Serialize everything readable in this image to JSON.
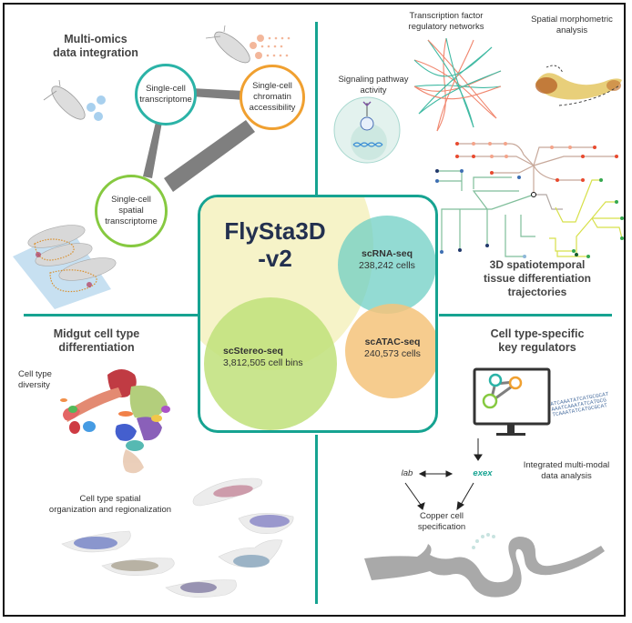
{
  "center": {
    "title_line1": "FlySta3D",
    "title_line2": "-v2",
    "datasets": [
      {
        "name": "scRNA-seq",
        "count": "238,242 cells",
        "color": "#6fcfc4"
      },
      {
        "name": "scATAC-seq",
        "count": "240,573 cells",
        "color": "#f5c37a"
      },
      {
        "name": "scStereo-seq",
        "count": "3,812,505 cell bins",
        "color": "#bfe07a"
      }
    ],
    "background_color": "#f6f3c8",
    "border_color": "#16a391"
  },
  "panels": {
    "top_left": {
      "title": [
        "Multi-omics",
        "data integration"
      ],
      "nodes": [
        {
          "label": [
            "Single-cell",
            "transcriptome"
          ],
          "color": "#2bb3a7"
        },
        {
          "label": [
            "Single-cell",
            "chromatin",
            "accessibility"
          ],
          "color": "#f0a030"
        },
        {
          "label": [
            "Single-cell",
            "spatial",
            "transcriptome"
          ],
          "color": "#86c940"
        }
      ]
    },
    "top_right": {
      "labels": {
        "tf_networks": [
          "Transcription factor",
          "regulatory networks"
        ],
        "morphometric": [
          "Spatial morphometric",
          "analysis"
        ],
        "signaling": [
          "Signaling pathway",
          "activity"
        ]
      },
      "title": [
        "3D spatiotemporal",
        "tissue differentiation",
        "trajectories"
      ]
    },
    "bottom_left": {
      "title": [
        "Midgut cell type",
        "differentiation"
      ],
      "diversity_label": [
        "Cell type",
        "diversity"
      ],
      "spatial_label": [
        "Cell type spatial",
        "organization and regionalization"
      ]
    },
    "bottom_right": {
      "title": [
        "Cell type-specific",
        "key regulators"
      ],
      "integrated_label": [
        "Integrated multi-modal",
        "data analysis"
      ],
      "gene_lab": "lab",
      "gene_exex": "exex",
      "outcome": [
        "Copper cell",
        "specification"
      ],
      "dna_text": [
        "ATCAAATATCATGCGCAT",
        "AAATCAAATATCATGCG",
        "TCAAATATCATGCGCAT"
      ]
    }
  },
  "colors": {
    "teal": "#16a391",
    "exex": "#16a391",
    "gray_link": "#7f7f7f"
  }
}
